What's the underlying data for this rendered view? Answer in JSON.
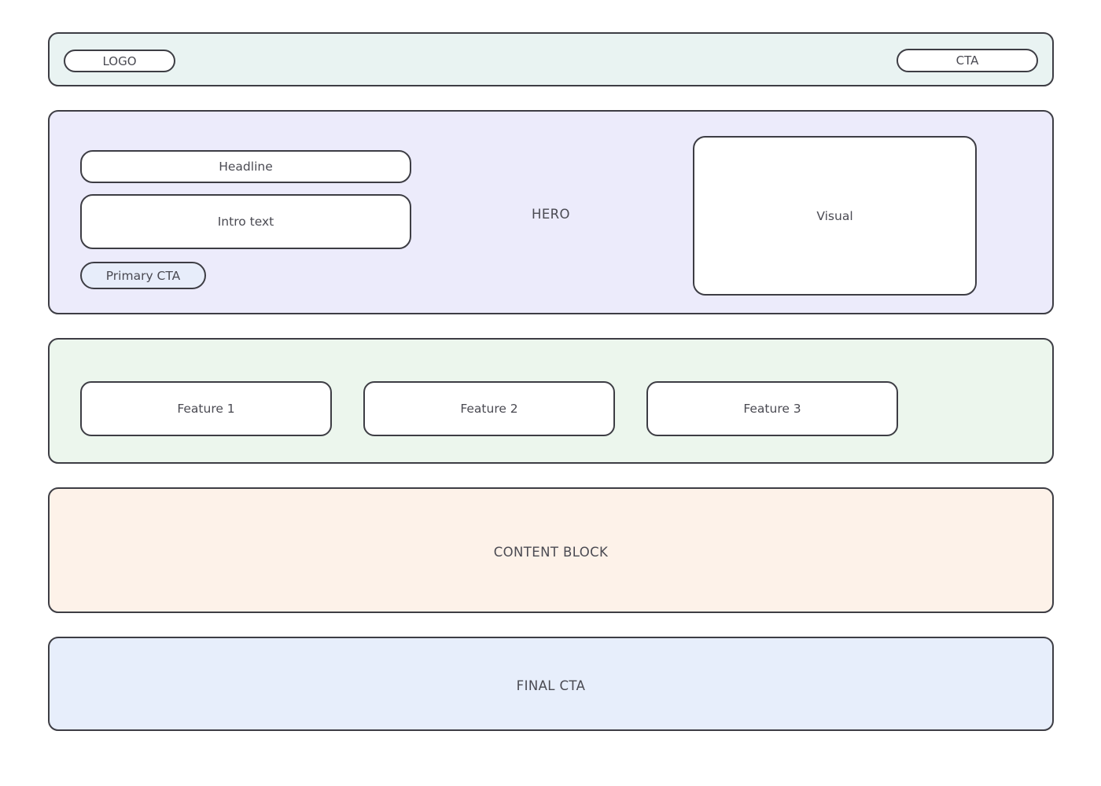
{
  "palette": {
    "border": "#3d3d44",
    "text": "#4a4a52",
    "page_background": "#ffffff",
    "header_fill": "#e9f3f2",
    "hero_fill": "#ecebfb",
    "features_fill": "#ecf6ed",
    "content_fill": "#fdf2e9",
    "final_cta_fill": "#e7eefb",
    "primary_cta_fill": "#e7edfa",
    "box_fill": "#ffffff"
  },
  "header": {
    "logo_label": "LOGO",
    "cta_label": "CTA"
  },
  "hero": {
    "section_label": "HERO",
    "headline_label": "Headline",
    "intro_label": "Intro text",
    "primary_cta_label": "Primary CTA",
    "visual_label": "Visual"
  },
  "features": {
    "cards": [
      {
        "label": "Feature 1"
      },
      {
        "label": "Feature 2"
      },
      {
        "label": "Feature 3"
      }
    ]
  },
  "content": {
    "section_label": "CONTENT BLOCK"
  },
  "final_cta": {
    "section_label": "FINAL CTA"
  }
}
